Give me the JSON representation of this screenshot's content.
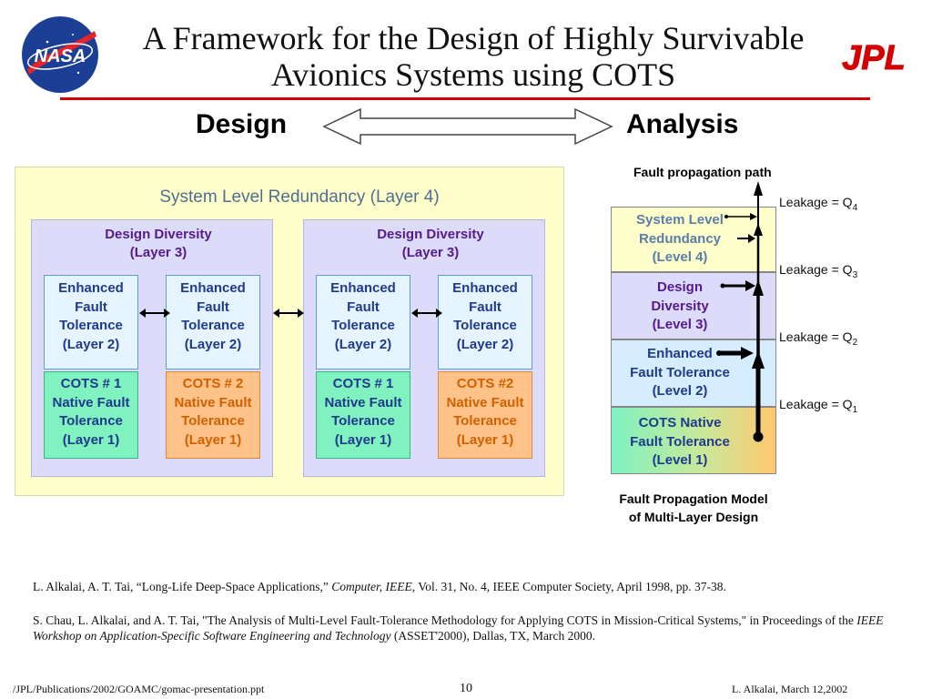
{
  "header": {
    "title_line1": "A Framework for the Design of Highly Survivable",
    "title_line2": "Avionics Systems using COTS",
    "nasa_logo_text": "NASA",
    "jpl_logo_text": "JPL"
  },
  "design_label": "Design",
  "analysis_label": "Analysis",
  "left_diagram": {
    "system_level": "System Level Redundancy (Layer 4)",
    "design_diversity": [
      {
        "line1": "Design Diversity",
        "line2": "(Layer 3)"
      },
      {
        "line1": "Design Diversity",
        "line2": "(Layer 3)"
      }
    ],
    "eft": [
      "Enhanced",
      "Fault",
      "Tolerance",
      "(Layer 2)"
    ],
    "cots": [
      [
        "COTS # 1",
        "Native Fault",
        "Tolerance",
        "(Layer 1)"
      ],
      [
        "COTS # 2",
        "Native Fault",
        "Tolerance",
        "(Layer 1)"
      ],
      [
        "COTS # 1",
        "Native Fault",
        "Tolerance",
        "(Layer 1)"
      ],
      [
        "COTS #2",
        "Native Fault",
        "Tolerance",
        "(Layer 1)"
      ]
    ]
  },
  "right_diagram": {
    "path_label": "Fault propagation path",
    "levels": [
      [
        "System Level",
        "Redundancy",
        "(Level 4)"
      ],
      [
        "Design",
        "Diversity",
        "(Level 3)"
      ],
      [
        "Enhanced",
        "Fault Tolerance",
        "(Level 2)"
      ],
      [
        "COTS Native",
        "Fault Tolerance",
        "(Level 1)"
      ]
    ],
    "leakage": [
      {
        "text": "Leakage = Q",
        "sub": "4"
      },
      {
        "text": "Leakage = Q",
        "sub": "3"
      },
      {
        "text": "Leakage = Q",
        "sub": "2"
      },
      {
        "text": "Leakage = Q",
        "sub": "1"
      }
    ],
    "caption_line1": "Fault Propagation Model",
    "caption_line2": "of Multi-Layer Design"
  },
  "references": {
    "ref1_a": "L. Alkalai, A. T. Tai, “Long-Life Deep-Space Applications,” ",
    "ref1_i": "Computer, IEEE,",
    "ref1_b": " Vol. 31, No. 4, IEEE Computer Society, April 1998, pp. 37-38.",
    "ref2_a": "S. Chau, L. Alkalai, and A. T. Tai, \"The Analysis of Multi-Level Fault-Tolerance Methodology for Applying COTS in Mission-Critical Systems,\" in Proceedings of the ",
    "ref2_i": "IEEE Workshop on Application-Specific Software Engineering and Technology",
    "ref2_b": " (ASSET'2000), Dallas, TX, March 2000."
  },
  "footer": {
    "path": "/JPL/Publications/2002/GOAMC/gomac-presentation.ppt",
    "page": "10",
    "author": "L. Alkalai, March 12,2002"
  }
}
